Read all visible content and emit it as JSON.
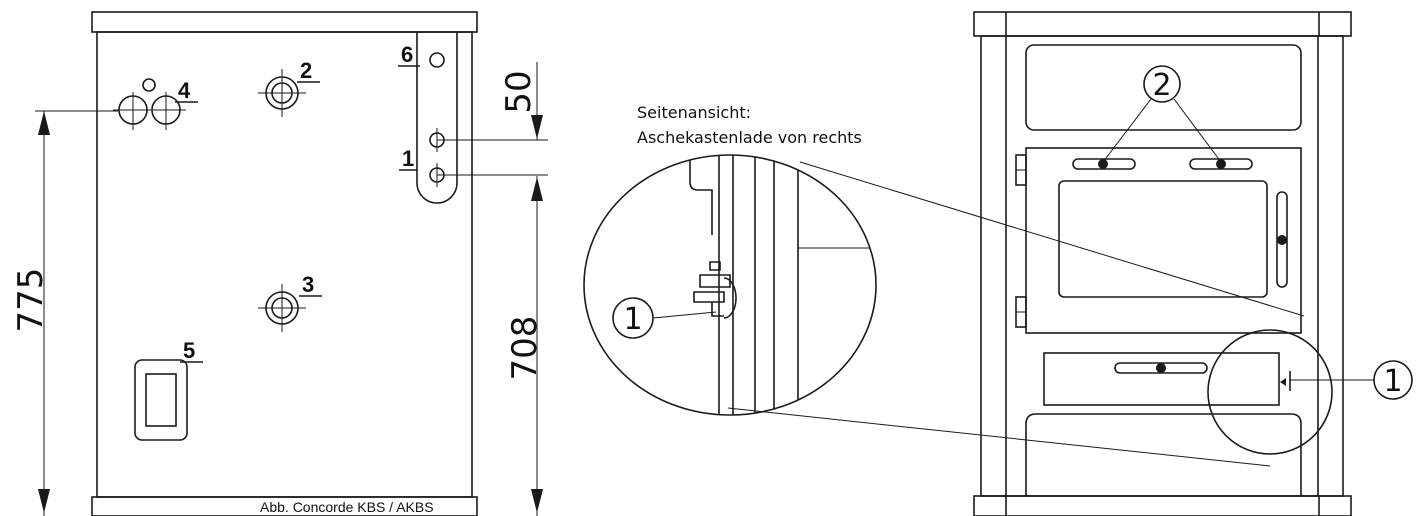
{
  "rear_view": {
    "labels": {
      "l1": "1",
      "l2": "2",
      "l3": "3",
      "l4": "4",
      "l5": "5",
      "l6": "6"
    },
    "dimensions": {
      "height_total": "775",
      "offset_top": "50",
      "height_lower": "708"
    },
    "caption": "Abb. Concorde KBS / AKBS"
  },
  "side_view_note": {
    "line1": "Seitenansicht:",
    "line2": "Aschekastenlade von rechts",
    "marker": "1"
  },
  "front_view": {
    "marker_top": "2",
    "marker_right": "1"
  }
}
